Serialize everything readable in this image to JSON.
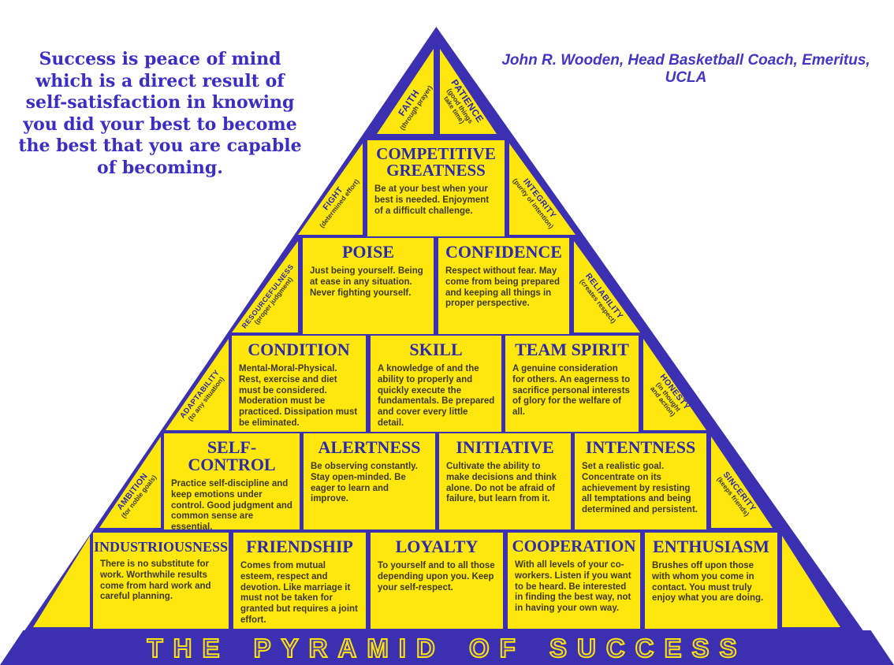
{
  "quote": "Success is peace of mind which is a direct result of self-satisfaction in knowing you did your best to become the best that you are capable of becoming.",
  "attribution": "John R. Wooden, Head Basketball Coach, Emeritus, UCLA",
  "banner": "THE PYRAMID OF SUCCESS",
  "colors": {
    "blue": "#3b2fb2",
    "yellow": "#ffe70d",
    "heading_blue": "#2b2aaa",
    "body_olive": "#3e3a08",
    "quote_blue": "#3c2ec4"
  },
  "apex": {
    "left": {
      "title": "FAITH",
      "sub": "(through prayer)"
    },
    "right": {
      "title": "PATIENCE",
      "sub": "(good things\ntake time)"
    }
  },
  "edges": {
    "left": [
      {
        "title": "FIGHT",
        "sub": "(determined effort)"
      },
      {
        "title": "RESOURCEFULNESS",
        "sub": "(proper judgment)"
      },
      {
        "title": "ADAPTABILITY",
        "sub": "(to any situation)"
      },
      {
        "title": "AMBITION",
        "sub": "(for noble goals)"
      }
    ],
    "right": [
      {
        "title": "INTEGRITY",
        "sub": "(purity of intention)"
      },
      {
        "title": "RELIABILITY",
        "sub": "(creates respect)"
      },
      {
        "title": "HONESTY",
        "sub": "(in thought\nand action)"
      },
      {
        "title": "SINCERITY",
        "sub": "(keeps friends)"
      }
    ]
  },
  "rows": [
    {
      "blocks": [
        {
          "title": "COMPETITIVE GREATNESS",
          "body": "Be at your best when your best is needed. Enjoyment of a difficult challenge."
        }
      ]
    },
    {
      "blocks": [
        {
          "title": "POISE",
          "body": "Just being yourself. Being at ease in any situation. Never fighting yourself."
        },
        {
          "title": "CONFIDENCE",
          "body": "Respect without fear. May come from being prepared and keeping all things in proper perspective."
        }
      ]
    },
    {
      "blocks": [
        {
          "title": "CONDITION",
          "body": "Mental-Moral-Physical. Rest, exercise and diet must be considered. Moderation must be practiced. Dissipation must be eliminated."
        },
        {
          "title": "SKILL",
          "body": "A knowledge of and the ability to properly and quickly execute the fundamentals. Be prepared and cover every little detail."
        },
        {
          "title": "TEAM SPIRIT",
          "body": "A genuine consideration for others. An eagerness to sacrifice personal interests of glory for the welfare of all."
        }
      ]
    },
    {
      "blocks": [
        {
          "title": "SELF-CONTROL",
          "body": "Practice self-discipline and keep emotions under control. Good judgment and common sense are essential."
        },
        {
          "title": "ALERTNESS",
          "body": "Be observing constantly. Stay open-minded. Be eager to learn and improve."
        },
        {
          "title": "INITIATIVE",
          "body": "Cultivate the ability to make decisions and think alone. Do not be afraid of failure, but learn from it."
        },
        {
          "title": "INTENTNESS",
          "body": "Set a realistic goal. Concentrate on its achievement by resisting all temptations and being determined and persistent."
        }
      ]
    },
    {
      "blocks": [
        {
          "title": "INDUSTRIOUSNESS",
          "body": "There is no substitute for work. Worthwhile results come from hard work and careful planning."
        },
        {
          "title": "FRIENDSHIP",
          "body": "Comes from mutual esteem, respect and devotion. Like marriage it must not be taken for granted but requires a joint effort."
        },
        {
          "title": "LOYALTY",
          "body": "To yourself and to all those depending upon you. Keep your self-respect."
        },
        {
          "title": "COOPERATION",
          "body": "With all levels of your co-workers. Listen if you want to be heard. Be interested in finding the best way, not in having your own way."
        },
        {
          "title": "ENTHUSIASM",
          "body": "Brushes off upon those with whom you come in contact. You must truly enjoy what you are doing."
        }
      ]
    }
  ]
}
